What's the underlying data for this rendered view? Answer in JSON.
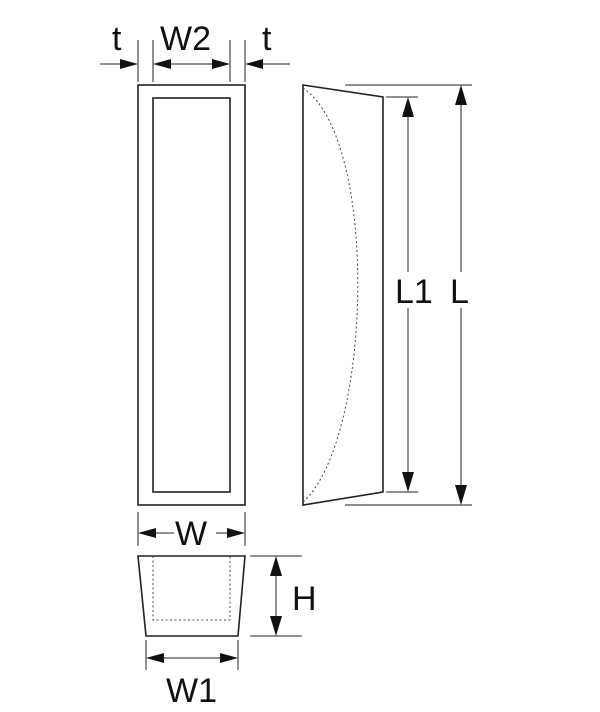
{
  "labels": {
    "t_left": "t",
    "w2": "W2",
    "t_right": "t",
    "l1": "L1",
    "l": "L",
    "w": "W",
    "h": "H",
    "w1": "W1"
  },
  "colors": {
    "line": "#222222",
    "text": "#111111",
    "background": "#ffffff"
  }
}
